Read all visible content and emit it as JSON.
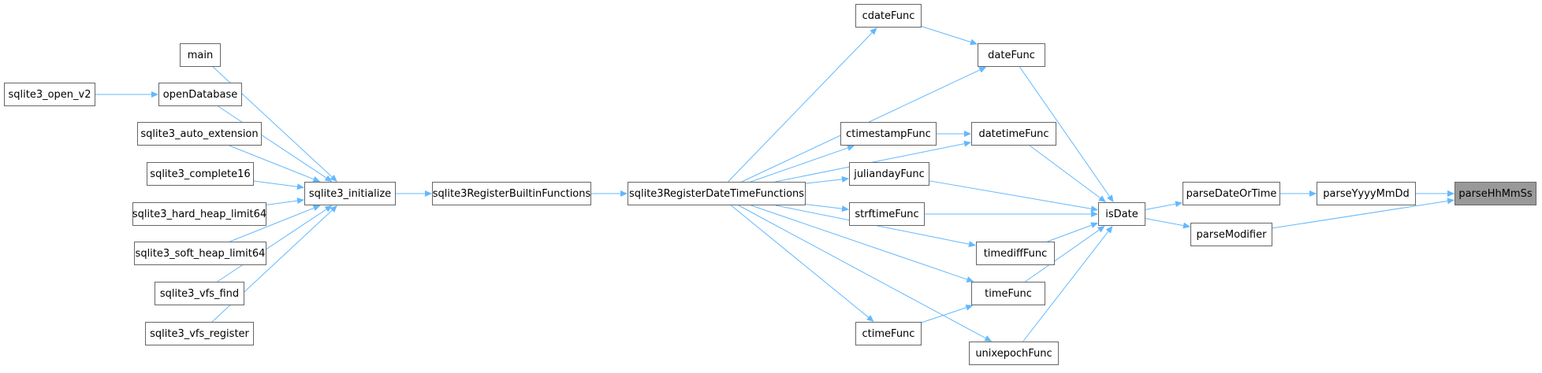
{
  "graph": {
    "edge_color": "#63b8ff",
    "node_border_color": "#666666",
    "current_fill": "#999999",
    "nodes": {
      "parseHhMmSs": "parseHhMmSs",
      "parseDateOrTime": "parseDateOrTime",
      "parseYyyyMmDd": "parseYyyyMmDd",
      "parseModifier": "parseModifier",
      "isDate": "isDate",
      "dateFunc": "dateFunc",
      "datetimeFunc": "datetimeFunc",
      "juliandayFunc": "juliandayFunc",
      "strftimeFunc": "strftimeFunc",
      "timediffFunc": "timediffFunc",
      "timeFunc": "timeFunc",
      "unixepochFunc": "unixepochFunc",
      "cdateFunc": "cdateFunc",
      "ctimestampFunc": "ctimestampFunc",
      "ctimeFunc": "ctimeFunc",
      "sqlite3RegisterDateTimeFunctions": "sqlite3RegisterDateTimeFunctions",
      "sqlite3RegisterBuiltinFunctions": "sqlite3RegisterBuiltinFunctions",
      "sqlite3_initialize": "sqlite3_initialize",
      "main": "main",
      "openDatabase": "openDatabase",
      "sqlite3_open_v2": "sqlite3_open_v2",
      "sqlite3_auto_extension": "sqlite3_auto_extension",
      "sqlite3_complete16": "sqlite3_complete16",
      "sqlite3_hard_heap_limit64": "sqlite3_hard_heap_limit64",
      "sqlite3_soft_heap_limit64": "sqlite3_soft_heap_limit64",
      "sqlite3_vfs_find": "sqlite3_vfs_find",
      "sqlite3_vfs_register": "sqlite3_vfs_register"
    },
    "edges": [
      [
        "parseDateOrTime",
        "parseHhMmSs"
      ],
      [
        "parseYyyyMmDd",
        "parseHhMmSs"
      ],
      [
        "parseModifier",
        "parseHhMmSs"
      ],
      [
        "parseDateOrTime",
        "parseYyyyMmDd"
      ],
      [
        "isDate",
        "parseDateOrTime"
      ],
      [
        "isDate",
        "parseModifier"
      ],
      [
        "dateFunc",
        "isDate"
      ],
      [
        "datetimeFunc",
        "isDate"
      ],
      [
        "juliandayFunc",
        "isDate"
      ],
      [
        "strftimeFunc",
        "isDate"
      ],
      [
        "timediffFunc",
        "isDate"
      ],
      [
        "timeFunc",
        "isDate"
      ],
      [
        "unixepochFunc",
        "isDate"
      ],
      [
        "cdateFunc",
        "dateFunc"
      ],
      [
        "ctimestampFunc",
        "datetimeFunc"
      ],
      [
        "ctimeFunc",
        "timeFunc"
      ],
      [
        "sqlite3RegisterDateTimeFunctions",
        "cdateFunc"
      ],
      [
        "sqlite3RegisterDateTimeFunctions",
        "dateFunc"
      ],
      [
        "sqlite3RegisterDateTimeFunctions",
        "datetimeFunc"
      ],
      [
        "sqlite3RegisterDateTimeFunctions",
        "ctimestampFunc"
      ],
      [
        "sqlite3RegisterDateTimeFunctions",
        "juliandayFunc"
      ],
      [
        "sqlite3RegisterDateTimeFunctions",
        "strftimeFunc"
      ],
      [
        "sqlite3RegisterDateTimeFunctions",
        "timediffFunc"
      ],
      [
        "sqlite3RegisterDateTimeFunctions",
        "timeFunc"
      ],
      [
        "sqlite3RegisterDateTimeFunctions",
        "ctimeFunc"
      ],
      [
        "sqlite3RegisterDateTimeFunctions",
        "unixepochFunc"
      ],
      [
        "sqlite3RegisterBuiltinFunctions",
        "sqlite3RegisterDateTimeFunctions"
      ],
      [
        "sqlite3_initialize",
        "sqlite3RegisterBuiltinFunctions"
      ],
      [
        "main",
        "sqlite3_initialize"
      ],
      [
        "openDatabase",
        "sqlite3_initialize"
      ],
      [
        "sqlite3_open_v2",
        "openDatabase"
      ],
      [
        "sqlite3_auto_extension",
        "sqlite3_initialize"
      ],
      [
        "sqlite3_complete16",
        "sqlite3_initialize"
      ],
      [
        "sqlite3_hard_heap_limit64",
        "sqlite3_initialize"
      ],
      [
        "sqlite3_soft_heap_limit64",
        "sqlite3_initialize"
      ],
      [
        "sqlite3_vfs_find",
        "sqlite3_initialize"
      ],
      [
        "sqlite3_vfs_register",
        "sqlite3_initialize"
      ]
    ]
  }
}
